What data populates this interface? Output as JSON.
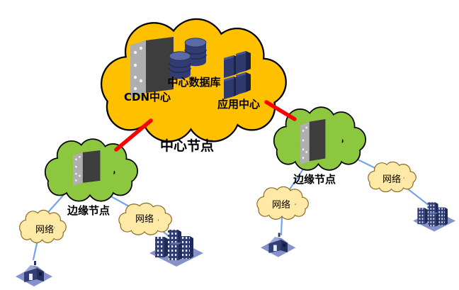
{
  "diagram": {
    "central": {
      "node_label": "中心节点",
      "cloud_color": "#FFC000",
      "components": {
        "cdn_label": "CDN中心",
        "database_label": "中心数据库",
        "app_label": "应用中心"
      }
    },
    "edge_left": {
      "node_label": "边缘节点",
      "cloud_color": "#8DC63F"
    },
    "edge_right": {
      "node_label": "边缘节点",
      "cloud_color": "#8DC63F"
    },
    "networks": {
      "left_outer": "网络",
      "left_inner": "网络",
      "right_inner": "网络",
      "right_outer": "网络"
    },
    "icons": {
      "cdn_center": "server-tower-icon",
      "central_database": "database-cylinders-icon",
      "app_center": "server-rack-icon",
      "edge_node": "server-tower-icon",
      "network": "cloud-icon",
      "home_endpoint": "house-icon",
      "office_endpoint": "city-buildings-icon"
    },
    "links": [
      {
        "from": "central_node",
        "to": "edge_left",
        "type": "backbone"
      },
      {
        "from": "central_node",
        "to": "edge_right",
        "type": "backbone"
      },
      {
        "from": "edge_left",
        "to": "net_left_outer",
        "type": "access"
      },
      {
        "from": "net_left_outer",
        "to": "house_left",
        "type": "access"
      },
      {
        "from": "edge_left",
        "to": "net_left_inner",
        "type": "access"
      },
      {
        "from": "net_left_inner",
        "to": "buildings_left",
        "type": "access"
      },
      {
        "from": "edge_right",
        "to": "net_right_inner",
        "type": "access"
      },
      {
        "from": "net_right_inner",
        "to": "house_right",
        "type": "access"
      },
      {
        "from": "edge_right",
        "to": "net_right_outer",
        "type": "access"
      },
      {
        "from": "net_right_outer",
        "to": "buildings_right",
        "type": "access"
      }
    ],
    "colors": {
      "central_cloud_fill": "#FFC000",
      "edge_cloud_fill": "#8DC63F",
      "network_cloud_fill": "#FFE9A6",
      "network_cloud_stroke": "#8F6B29",
      "backbone_link": "#FF0000",
      "access_link": "#74A3E8",
      "device_navy": "#2F3C78",
      "platform_blue": "#8693CB"
    }
  }
}
